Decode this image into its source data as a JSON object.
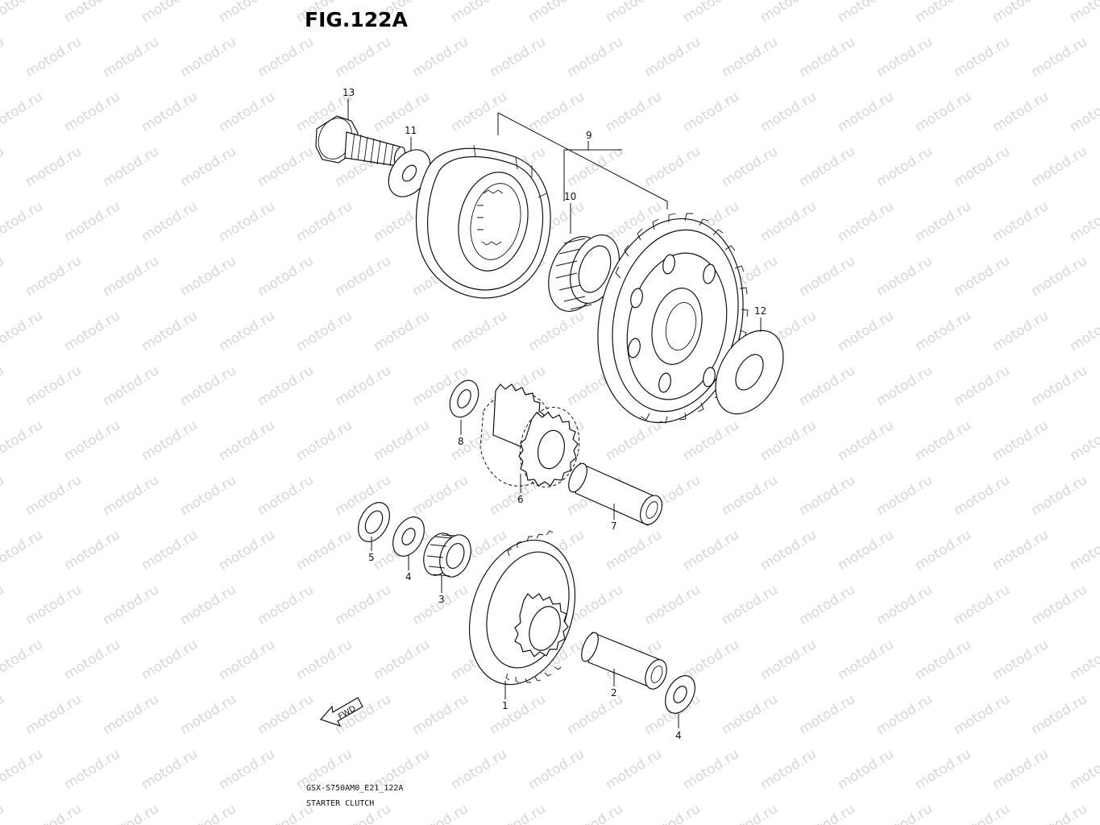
{
  "figure": {
    "title": "FIG.122A",
    "code": "GSX-S750AM0_E21_122A",
    "name": "STARTER CLUTCH"
  },
  "watermark": {
    "text": "motod.ru",
    "color": "#d6d6d6"
  },
  "fwd_label": "FWD",
  "callouts": [
    {
      "id": "13",
      "label": "13"
    },
    {
      "id": "11",
      "label": "11"
    },
    {
      "id": "9",
      "label": "9"
    },
    {
      "id": "10",
      "label": "10"
    },
    {
      "id": "12",
      "label": "12"
    },
    {
      "id": "8",
      "label": "8"
    },
    {
      "id": "6",
      "label": "6"
    },
    {
      "id": "7",
      "label": "7"
    },
    {
      "id": "5",
      "label": "5"
    },
    {
      "id": "4a",
      "label": "4"
    },
    {
      "id": "3",
      "label": "3"
    },
    {
      "id": "1",
      "label": "1"
    },
    {
      "id": "2",
      "label": "2"
    },
    {
      "id": "4b",
      "label": "4"
    }
  ],
  "icons": {
    "fwd_arrow": "fwd-arrow-icon"
  }
}
